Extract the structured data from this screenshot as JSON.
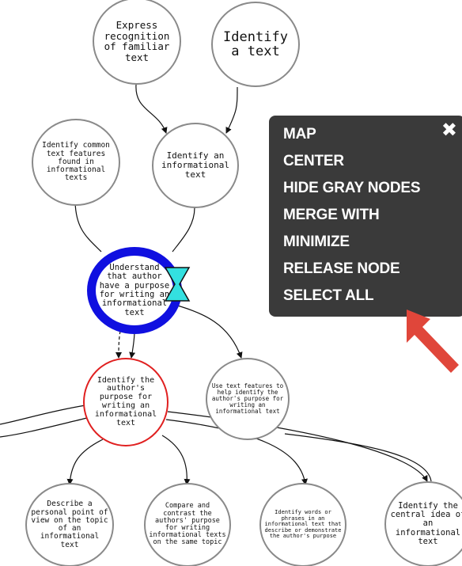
{
  "nodes": {
    "express": "Express recognition of familiar text",
    "identify_text": "Identify a text",
    "common_features": "Identify common text features found in informational texts",
    "identify_informational": "Identify an informational text",
    "understand": "Understand that author have a purpose for writing an informational text",
    "identify_purpose": "Identify the author's purpose for writing an informational text",
    "use_features": "Use text features to help identify the author's purpose for writing an informational text",
    "describe": "Describe a personal point of view on the topic of an informational text",
    "compare": "Compare and contrast the authors' purpose for writing informational texts on the same topic",
    "identify_words": "Identify words or phrases in an informational text that describe or demonstrate the author's purpose",
    "central_idea": "Identify the central idea of an informational text"
  },
  "menu": {
    "close_icon": "✖",
    "items": [
      "MAP",
      "CENTER",
      "HIDE GRAY NODES",
      "MERGE WITH",
      "MINIMIZE",
      "RELEASE NODE",
      "SELECT ALL"
    ]
  },
  "colors": {
    "menu_bg": "#3a3a3a",
    "focus_ring": "#1010e0",
    "selected_ring": "#e02020",
    "gray_ring": "#8a8a8a",
    "hourglass": "#33e0e0",
    "pointer_arrow": "#e0463a"
  }
}
